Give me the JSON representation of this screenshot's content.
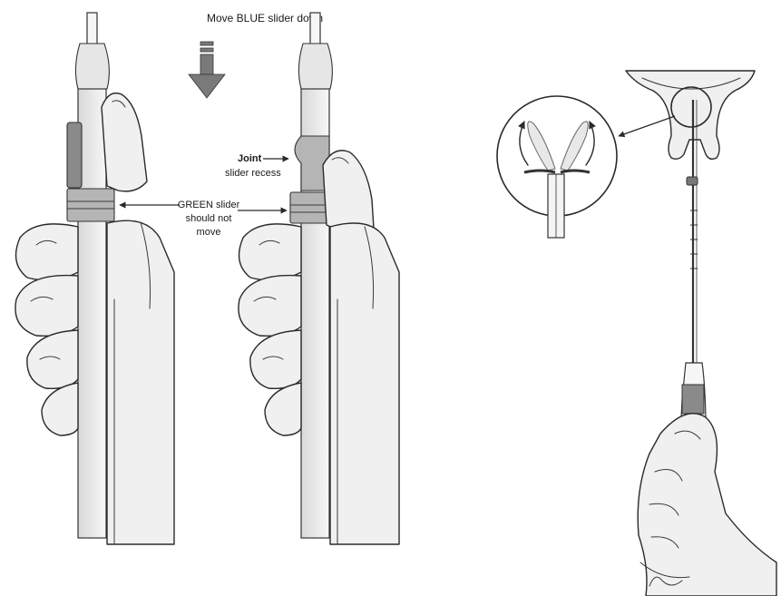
{
  "labels": {
    "instruction": "Move BLUE slider down",
    "joint_line1": "Joint",
    "joint_line2": "slider recess",
    "green_line1": "GREEN slider",
    "green_line2": "should not",
    "green_line3": "move"
  },
  "colors": {
    "ink": "#2a2a2a",
    "skin": "#f0f0f0",
    "slider_dark": "#8a8a8a",
    "slider_mid": "#b5b5b5",
    "arrow_fill": "#7a7a7a"
  },
  "icons": {
    "down_arrow": "down-arrow-icon",
    "pointer_arrows": "pointer-arrow-icon"
  }
}
